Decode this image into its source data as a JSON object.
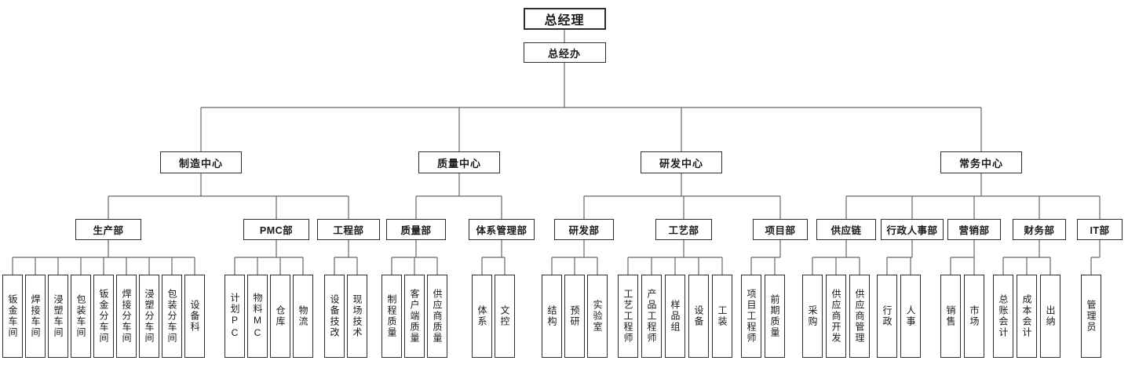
{
  "root": {
    "label": "总经理"
  },
  "office": {
    "label": "总经办"
  },
  "centers": [
    {
      "label": "制造中心",
      "departments": [
        {
          "label": "生产部",
          "units": [
            "钣金车间",
            "焊接车间",
            "浸塑车间",
            "包装车间",
            "钣金分车间",
            "焊接分车间",
            "浸塑分车间",
            "包装分车间",
            "设备科"
          ]
        },
        {
          "label": "PMC部",
          "units": [
            "计划PC",
            "物料MC",
            "仓库",
            "物流"
          ]
        },
        {
          "label": "工程部",
          "units": [
            "设备技改",
            "现场技术"
          ]
        }
      ]
    },
    {
      "label": "质量中心",
      "departments": [
        {
          "label": "质量部",
          "units": [
            "制程质量",
            "客户端质量",
            "供应商质量"
          ]
        },
        {
          "label": "体系管理部",
          "units": [
            "体系",
            "文控"
          ]
        }
      ]
    },
    {
      "label": "研发中心",
      "departments": [
        {
          "label": "研发部",
          "units": [
            "结构",
            "预研",
            "实验室"
          ]
        },
        {
          "label": "工艺部",
          "units": [
            "工艺工程师",
            "产品工程师",
            "样品组",
            "设备",
            "工装"
          ]
        },
        {
          "label": "项目部",
          "units": [
            "项目工程师",
            "前期质量"
          ]
        }
      ]
    },
    {
      "label": "常务中心",
      "departments": [
        {
          "label": "供应链",
          "units": [
            "采购",
            "供应商开发",
            "供应商管理"
          ]
        },
        {
          "label": "行政人事部",
          "units": [
            "行政",
            "人事"
          ]
        },
        {
          "label": "营销部",
          "units": [
            "销售",
            "市场"
          ]
        },
        {
          "label": "财务部",
          "units": [
            "总账会计",
            "成本会计",
            "出纳"
          ]
        },
        {
          "label": "IT部",
          "units": [
            "管理员"
          ]
        }
      ]
    }
  ],
  "colors": {
    "box_border": "#2e2e2e",
    "connector_line": "#666666",
    "background": "#ffffff",
    "text": "#1a1a1a"
  }
}
